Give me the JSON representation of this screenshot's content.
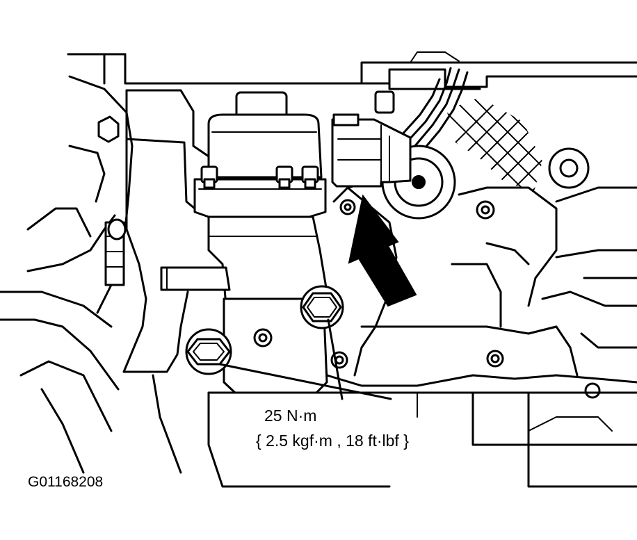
{
  "torque": {
    "line1": "25 N·m",
    "line2": "{ 2.5 kgf·m , 18 ft·lbf }"
  },
  "figure_code": "G01168208"
}
